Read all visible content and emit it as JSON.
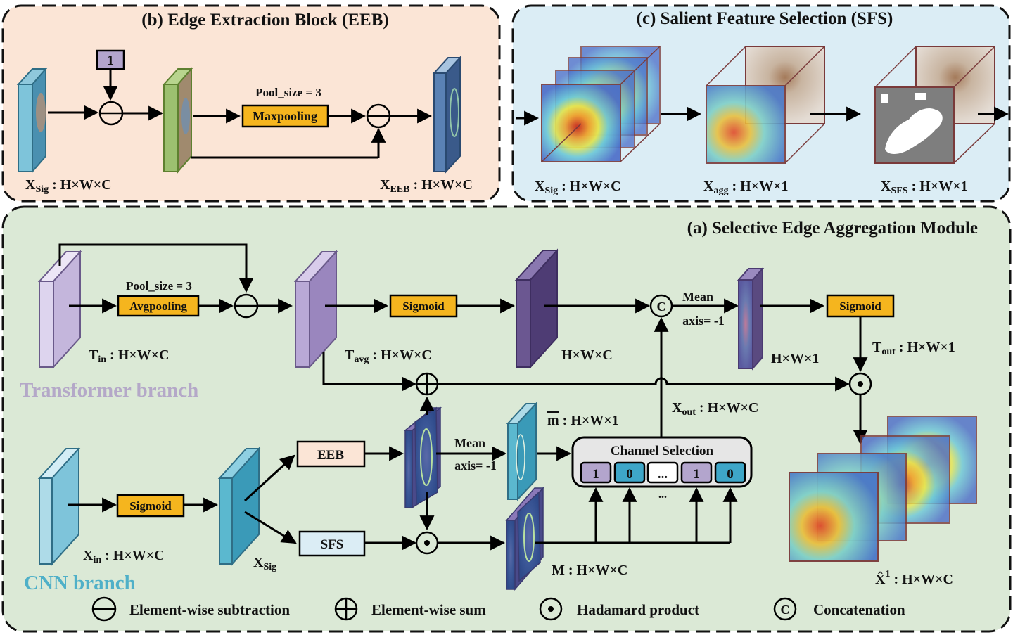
{
  "panels": {
    "eeb_title": "(b) Edge Extraction Block (EEB)",
    "sfs_title": "(c) Salient Feature Selection (SFS)",
    "seam_title": "(a) Selective Edge Aggregation Module"
  },
  "eeb": {
    "constant": "1",
    "pool_size": "Pool_size = 3",
    "maxpool": "Maxpooling",
    "in_main": "X",
    "in_sub": "Sig",
    "in_dims": " : H×W×C",
    "out_main": "X",
    "out_sub": "EEB",
    "out_dims": " : H×W×C"
  },
  "sfs": {
    "l1_main": "X",
    "l1_sub": "Sig",
    "l1_dims": " : H×W×C",
    "l2_main": "X",
    "l2_sub": "agg",
    "l2_dims": " : H×W×1",
    "l3_main": "X",
    "l3_sub": "SFS",
    "l3_dims": " : H×W×1"
  },
  "seam": {
    "pool_size": "Pool_size = 3",
    "avgpool": "Avgpooling",
    "sigmoid": "Sigmoid",
    "t_in_main": "T",
    "t_in_sub": "in",
    "t_in_dims": " : H×W×C",
    "t_avg_main": "T",
    "t_avg_sub": "avg",
    "t_avg_dims": " : H×W×C",
    "hwc": "H×W×C",
    "hw1": "H×W×1",
    "mean": "Mean",
    "axis": "axis= -1",
    "t_out_main": "T",
    "t_out_sub": "out",
    "t_out_dims": " : H×W×1",
    "transformer_branch": "Transformer branch",
    "cnn_branch": "CNN branch",
    "x_in_main": "X",
    "x_in_sub": "in",
    "x_in_dims": " : H×W×C",
    "x_sig_main": "X",
    "x_sig_sub": "Sig",
    "eeb": "EEB",
    "sfs": "SFS",
    "m_bar": "m",
    "m_bar_dims": " : H×W×1",
    "x_out_main": "X",
    "x_out_sub": "out",
    "x_out_dims": " : H×W×C",
    "channel_selection": "Channel Selection",
    "cells": [
      "1",
      "0",
      "...",
      "1",
      "0"
    ],
    "cell_dots": "...",
    "m_label": "M : H×W×C",
    "xhat_main": "X̂",
    "xhat_sup": "1",
    "xhat_dims": " : H×W×C",
    "concat_symbol": "C"
  },
  "legend": {
    "subtraction": "Element-wise subtraction",
    "sum": "Element-wise sum",
    "hadamard": "Hadamard product",
    "concat": "Concatenation",
    "concat_symbol": "C"
  },
  "colors": {
    "eeb_bg": "#fbe5d6",
    "sfs_bg": "#dbedf5",
    "seam_bg": "#dbe9d6",
    "orange": "#f5b51e",
    "purple": "#b7a8d0",
    "dark_purple": "#6b5791",
    "teal": "#5bb8cf",
    "light_teal": "#aedbe8",
    "green": "#8fb457",
    "transformer_text": "#b4a8c8",
    "cnn_text": "#4fb0c8"
  }
}
